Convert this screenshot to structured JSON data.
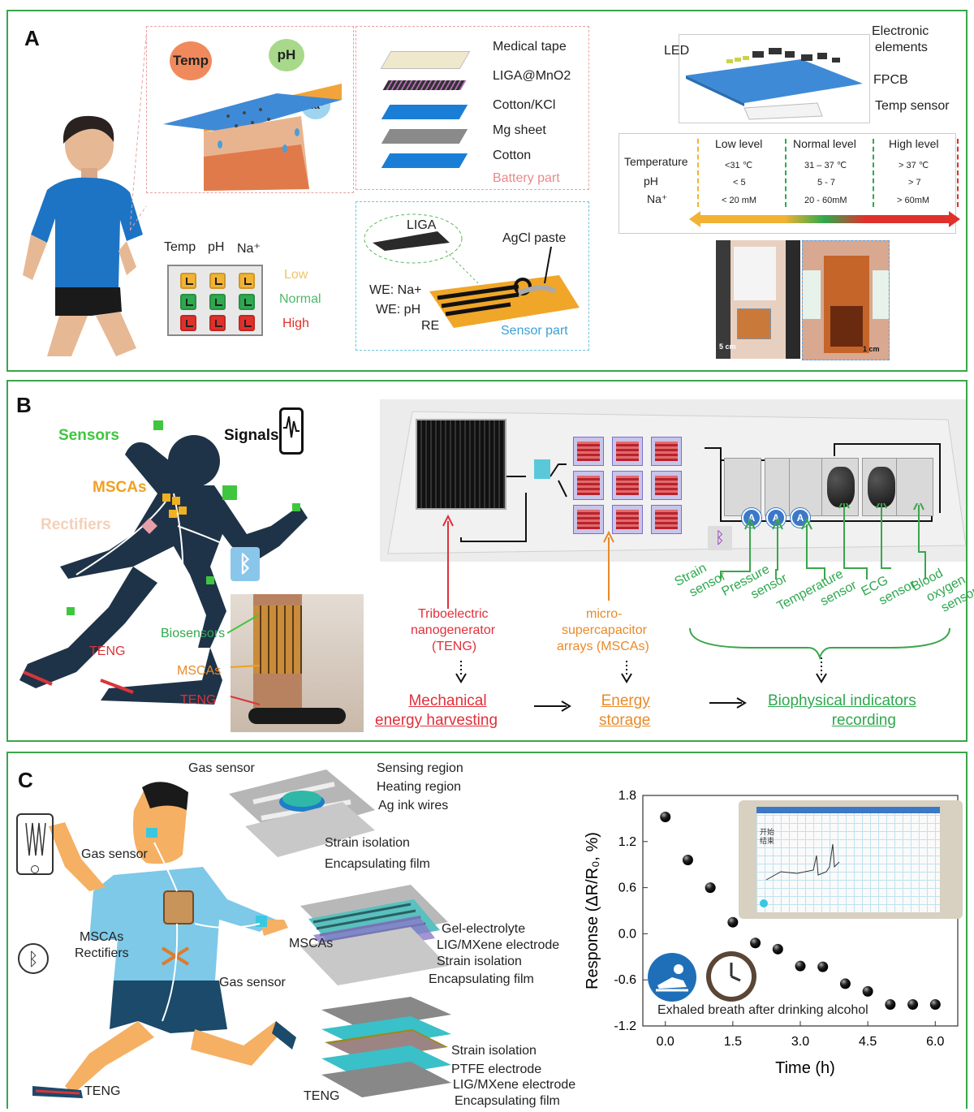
{
  "panel_a": {
    "letter": "A",
    "bubbles": {
      "temp": "Temp",
      "ph": "pH",
      "na": "Na⁺"
    },
    "battery_layers": [
      "Medical tape",
      "LIGA@MnO2",
      "Cotton/KCl",
      "Mg sheet",
      "Cotton"
    ],
    "battery_part_label": "Battery part",
    "sensor_part": {
      "liga": "LIGA",
      "agcl": "AgCl paste",
      "we_na": "WE: Na+",
      "we_ph": "WE: pH",
      "re": "RE",
      "label": "Sensor part"
    },
    "indicator_table": {
      "headers": [
        "Temp",
        "pH",
        "Na⁺"
      ],
      "levels": [
        "Low",
        "Normal",
        "High"
      ],
      "colors": {
        "low": "#f2b233",
        "normal": "#2fa84f",
        "high": "#e0302b"
      }
    },
    "fpcb": {
      "led": "LED",
      "electronic": "Electronic",
      "elements": "elements",
      "fpcb": "FPCB",
      "temp_sensor": "Temp sensor"
    },
    "level_table": {
      "row_labels": [
        "Temperature",
        "pH",
        "Na⁺"
      ],
      "columns": [
        {
          "header": "Low level",
          "values": [
            "<31 ℃",
            "< 5",
            "< 20 mM"
          ]
        },
        {
          "header": "Normal level",
          "values": [
            "31 – 37 ℃",
            "5 - 7",
            "20 - 60mM"
          ]
        },
        {
          "header": "High level",
          "values": [
            "> 37 ℃",
            "> 7",
            "> 60mM"
          ]
        }
      ]
    },
    "photo_scales": [
      "5 cm",
      "1 cm"
    ]
  },
  "panel_b": {
    "letter": "B",
    "body_labels": {
      "sensors": "Sensors",
      "signals": "Signals",
      "mscas": "MSCAs",
      "rectifiers": "Rectifiers",
      "teng": "TENG"
    },
    "photo_labels": {
      "biosensors": "Biosensors",
      "mscas": "MSCAs",
      "teng": "TENG"
    },
    "teng_label": [
      "Triboelectric",
      "nanogenerator",
      "(TENG)"
    ],
    "msca_label": [
      "micro-",
      "supercapacitor",
      "arrays (MSCAs)"
    ],
    "sensor_names": [
      [
        "Strain",
        "sensor"
      ],
      [
        "Pressure",
        "sensor"
      ],
      [
        "Temperature",
        "sensor"
      ],
      [
        "ECG",
        "sensor"
      ],
      [
        "Blood",
        "oxygen",
        "sensor"
      ]
    ],
    "flow": [
      [
        "Mechanical",
        "energy harvesting"
      ],
      [
        "Energy",
        "storage"
      ],
      [
        "Biophysical indicators",
        "recording"
      ]
    ]
  },
  "panel_c": {
    "letter": "C",
    "body_labels": {
      "gas_sensor_head": "Gas sensor",
      "gas_sensor_wrist": "Gas sensor",
      "mscas": "MSCAs",
      "rectifiers": "Rectifiers",
      "teng": "TENG"
    },
    "gas_sensor_diagram": {
      "title": "Gas sensor",
      "labels": [
        "Sensing region",
        "Heating region",
        "Ag ink wires",
        "Strain isolation",
        "Encapsulating film"
      ]
    },
    "msca_diagram": {
      "title": "MSCAs",
      "labels": [
        "Gel-electrolyte",
        "LIG/MXene electrode",
        "Strain isolation",
        "Encapsulating film"
      ]
    },
    "teng_diagram": {
      "title": "TENG",
      "labels": [
        "Strain isolation",
        "PTFE electrode",
        "LIG/MXene electrode",
        "Encapsulating film"
      ]
    },
    "phone_labels": [
      "开始",
      "结束"
    ],
    "caption": "Exhaled breath after drinking alcohol"
  },
  "chart_data": {
    "type": "scatter",
    "xlabel": "Time (h)",
    "ylabel": "Response (ΔR/R₀, %)",
    "xlim": [
      -0.5,
      6.5
    ],
    "ylim": [
      -1.2,
      1.8
    ],
    "xticks": [
      "0.0",
      "1.5",
      "3.0",
      "4.5",
      "6.0"
    ],
    "yticks": [
      "1.8",
      "1.2",
      "0.6",
      "0.0",
      "-0.6",
      "-1.2"
    ],
    "grid": false,
    "series": [
      {
        "x": [
          0,
          0.5,
          1.0,
          1.5,
          2.0,
          2.5,
          3.0,
          3.5,
          4.0,
          4.5,
          5.0,
          5.5,
          6.0
        ],
        "y": [
          1.52,
          0.96,
          0.6,
          0.15,
          -0.12,
          -0.2,
          -0.42,
          -0.43,
          -0.65,
          -0.75,
          -0.92,
          -0.92,
          -0.92
        ]
      }
    ]
  }
}
